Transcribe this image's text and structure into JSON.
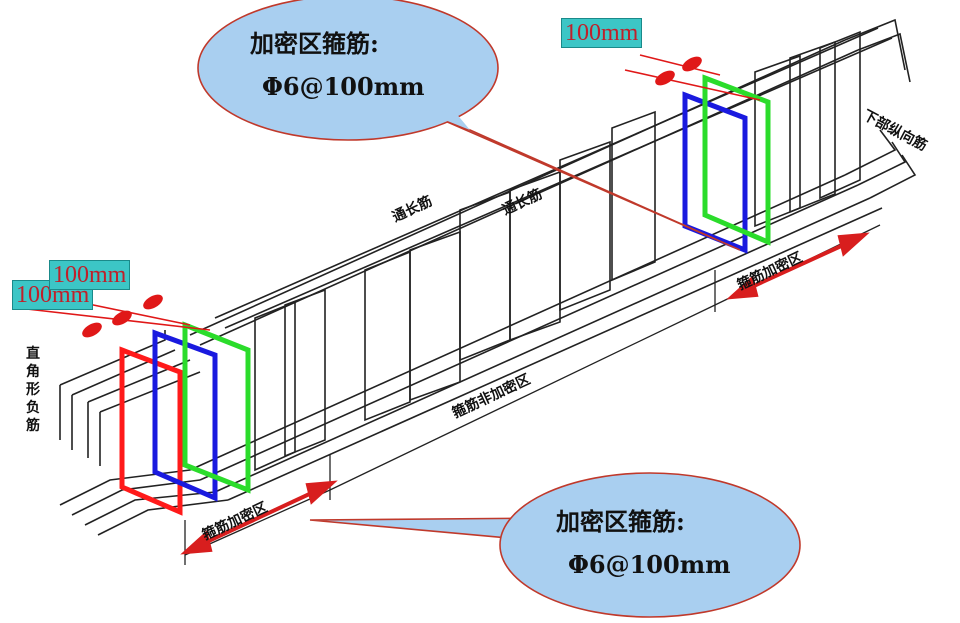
{
  "bubbles": {
    "top": {
      "line1": "加密区箍筋:",
      "line2": "Φ6@100mm"
    },
    "bottom": {
      "line1": "加密区箍筋:",
      "line2": "Φ6@100mm"
    }
  },
  "spacing_tags": {
    "top_right": "100mm",
    "left_front": "100mm",
    "left_back": "100mm"
  },
  "labels": {
    "through_bar_1": "通长筋",
    "through_bar_2": "通长筋",
    "bottom_long_bar": "下部纵向筋",
    "right_dense_zone": "箍筋加密区",
    "left_dense_zone": "箍筋加密区",
    "non_dense_zone": "箍筋非加密区",
    "angle_neg_bar": "直角形负筋"
  },
  "colors": {
    "bubble_fill": "#a9cff0",
    "bubble_stroke": "#c0392b",
    "tag_fill": "#3cc6c6",
    "stirrup_red": "#ff1a1a",
    "stirrup_blue": "#1a1adf",
    "stirrup_green": "#2bdc2b",
    "arrow": "#d81e1e"
  }
}
